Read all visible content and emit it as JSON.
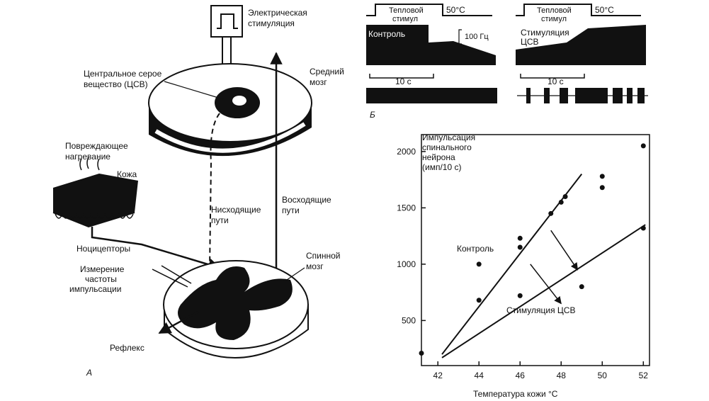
{
  "panel_a": {
    "panel_letter": "А",
    "stimulation_label": [
      "Электрическая",
      "стимуляция"
    ],
    "pag_label": [
      "Центральное серое",
      "вещество (ЦСВ)"
    ],
    "midbrain_label": [
      "Средний",
      "мозг"
    ],
    "damaging_heat_label": [
      "Повреждающее",
      "нагревание"
    ],
    "skin_label": "Кожа",
    "nociceptors_label": "Ноцицепторы",
    "descending_label": [
      "Нисходящие",
      "пути"
    ],
    "ascending_label": [
      "Восходящие",
      "пути"
    ],
    "measure_label": [
      "Измерение",
      "частоты",
      "импульсации"
    ],
    "spinal_cord_label": [
      "Спинной",
      "мозг"
    ],
    "reflex_label": "Рефлекс"
  },
  "panel_b": {
    "panel_letter": "Б",
    "left_trace": {
      "stimulus_label": [
        "Тепловой",
        "стимул"
      ],
      "temperature": "50°C",
      "trace_label": "Контроль",
      "rate_scale": "100 Гц",
      "time_scale": "10 с"
    },
    "right_trace": {
      "stimulus_label": [
        "Тепловой",
        "стимул"
      ],
      "temperature": "50°C",
      "trace_label": [
        "Стимуляция",
        "ЦСВ"
      ],
      "time_scale": "10 с"
    }
  },
  "chart_data": {
    "type": "scatter",
    "title": [
      "Импульсация",
      "спинального",
      "нейрона",
      "(имп/10 с)"
    ],
    "xlabel": "Температура кожи °C",
    "ylabel": "",
    "xlim": [
      41.2,
      52.3
    ],
    "ylim": [
      100,
      2150
    ],
    "x_ticks": [
      42,
      44,
      46,
      48,
      50,
      52
    ],
    "y_ticks": [
      500,
      1000,
      1500,
      2000
    ],
    "series": [
      {
        "name": "Контроль",
        "points": [
          [
            44,
            1000
          ],
          [
            46,
            1150
          ],
          [
            46,
            1230
          ],
          [
            47.5,
            1450
          ],
          [
            48,
            1550
          ],
          [
            48.2,
            1600
          ],
          [
            50,
            1680
          ],
          [
            50,
            1780
          ],
          [
            52,
            2050
          ]
        ]
      },
      {
        "name": "Стимуляция ЦСВ",
        "points": [
          [
            41.2,
            210
          ],
          [
            44,
            680
          ],
          [
            46,
            720
          ],
          [
            49,
            800
          ],
          [
            52,
            1320
          ]
        ]
      }
    ],
    "fit_lines": [
      {
        "series": "Контроль",
        "from": [
          42.2,
          200
        ],
        "to": [
          49,
          1800
        ]
      },
      {
        "series": "Стимуляция ЦСВ",
        "from": [
          42.2,
          170
        ],
        "to": [
          52.1,
          1350
        ]
      }
    ],
    "arrows_from": [
      [
        47.5,
        1300
      ],
      [
        46.5,
        1000
      ]
    ],
    "arrows_to": [
      [
        48.8,
        950
      ],
      [
        48,
        650
      ]
    ]
  }
}
